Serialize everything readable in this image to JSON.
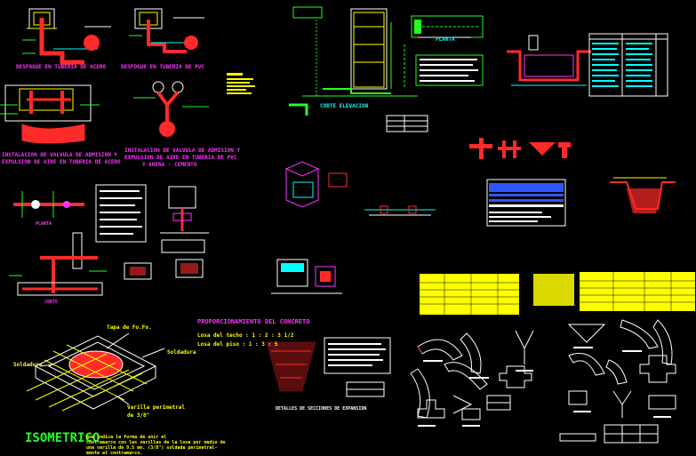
{
  "titles": {
    "t1": "DESFOGUE EN TUBERIA DE ACERO",
    "t2": "DESFOGUE EN TUBERIA DE PVC",
    "t3": "PLANTA",
    "t4": "CORTE ELEVACION",
    "t5": "INSTALACION DE VALVULA DE ADMISION Y",
    "t5b": "EXPULSION DE AIRE EN TUBERIA DE ACERO",
    "t6": "INSTALACION DE VALVULA DE ADMISION Y",
    "t6b": "EXPULSION DE AIRE EN TUBERIA DE PVC",
    "t6c": "Y ARENA - CEMENTO",
    "t7": "PROPORCIONAMIENTO DEL CONCRETO",
    "t8": "DETALLES DE SECCIONES DE EXPANSION",
    "t9": "PLANTA",
    "t10": "CORTE"
  },
  "legend": {
    "losa_techo": "Losa del techo :  1 : 2 : 3 1/2",
    "losa_piso": "Losa del piso  :  1 : 3 : 5",
    "tapa": "Tapa de Fo.Fo.",
    "soldadura1": "Soldadura",
    "soldadura2": "Soldadura",
    "varilla": "Varilla perimetral",
    "varilla2": "de 3/8\""
  },
  "isometric": {
    "title": "ISOMETRICO",
    "note1": "que indica la forma de unir el",
    "note2": "contramarco con las varillas de la losa por medio de",
    "note3": "una varilla de 9.5 mm. (3/8\") soldada perimetral-",
    "note4": "mente al contramarco."
  },
  "colors": {
    "bg": "#000000",
    "red": "#ff2a2a",
    "magenta": "#ff33ff",
    "yellow": "#ffff00",
    "green": "#22ff22",
    "cyan": "#00ffff",
    "blue": "#3355ff",
    "white": "#ffffff"
  }
}
